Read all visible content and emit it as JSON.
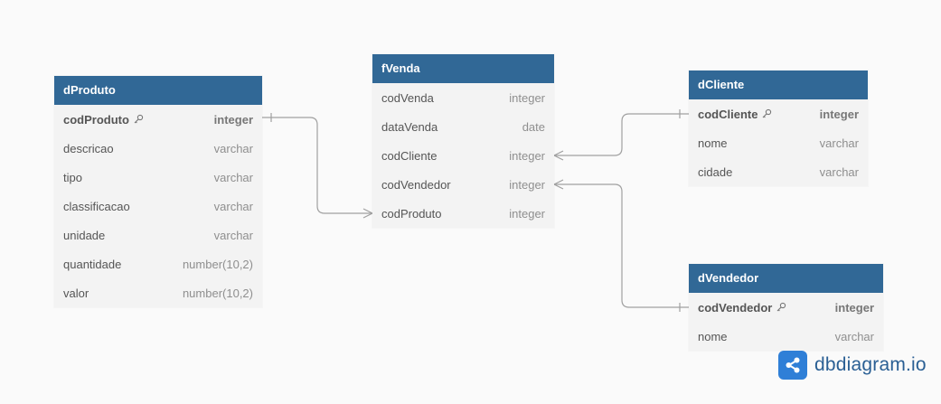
{
  "tables": {
    "dProduto": {
      "title": "dProduto",
      "columns": [
        {
          "name": "codProduto",
          "type": "integer"
        },
        {
          "name": "descricao",
          "type": "varchar"
        },
        {
          "name": "tipo",
          "type": "varchar"
        },
        {
          "name": "classificacao",
          "type": "varchar"
        },
        {
          "name": "unidade",
          "type": "varchar"
        },
        {
          "name": "quantidade",
          "type": "number(10,2)"
        },
        {
          "name": "valor",
          "type": "number(10,2)"
        }
      ]
    },
    "fVenda": {
      "title": "fVenda",
      "columns": [
        {
          "name": "codVenda",
          "type": "integer"
        },
        {
          "name": "dataVenda",
          "type": "date"
        },
        {
          "name": "codCliente",
          "type": "integer"
        },
        {
          "name": "codVendedor",
          "type": "integer"
        },
        {
          "name": "codProduto",
          "type": "integer"
        }
      ]
    },
    "dCliente": {
      "title": "dCliente",
      "columns": [
        {
          "name": "codCliente",
          "type": "integer"
        },
        {
          "name": "nome",
          "type": "varchar"
        },
        {
          "name": "cidade",
          "type": "varchar"
        }
      ]
    },
    "dVendedor": {
      "title": "dVendedor",
      "columns": [
        {
          "name": "codVendedor",
          "type": "integer"
        },
        {
          "name": "nome",
          "type": "varchar"
        }
      ]
    }
  },
  "icons": {
    "primary_key": "key-icon",
    "brand_logo": "share-nodes-icon"
  },
  "colors": {
    "header": "#316896",
    "table_body": "#f3f3f3",
    "link": "#a0a0a0",
    "brand_logo": "#2f7fd7",
    "brand_text": "#2a5f94"
  },
  "brand": {
    "name": "dbdiagram.io"
  }
}
